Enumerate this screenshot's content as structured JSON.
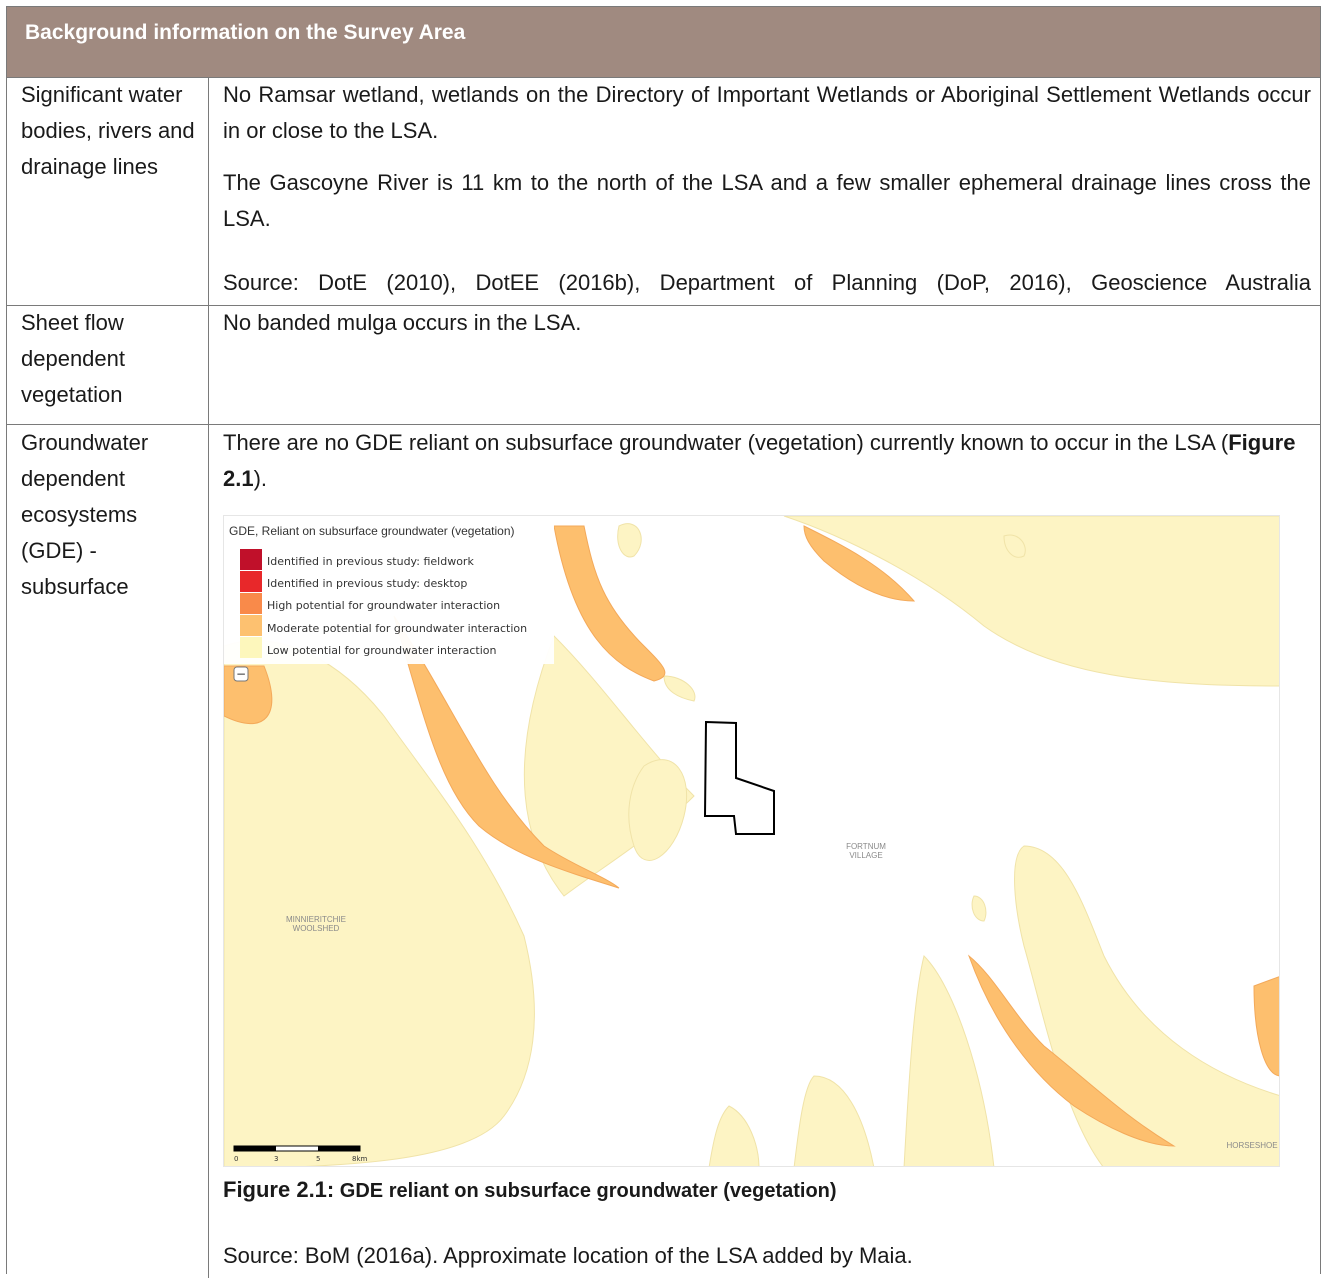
{
  "header": {
    "title": "Background information on the Survey Area"
  },
  "rows": [
    {
      "label": "Significant water bodies, rivers and drainage lines",
      "paragraphs": [
        "No Ramsar wetland, wetlands on the Directory of Important Wetlands or Aboriginal Settlement Wetlands occur in or close to the LSA.",
        "The Gascoyne River is 11 km to the north of the LSA and a few smaller ephemeral drainage lines cross the LSA.",
        "Source: DotE (2010), DotEE (2016b), Department of Planning (DoP, 2016), Geoscience Australia"
      ]
    },
    {
      "label": "Sheet flow dependent vegetation",
      "paragraphs": [
        "No banded mulga occurs in the LSA."
      ]
    },
    {
      "label": "Groundwater dependent ecosystems (GDE) - subsurface",
      "intro_prefix": "There are no GDE reliant on subsurface groundwater (vegetation) currently known to occur in the LSA (",
      "intro_ref": "Figure 2.1",
      "intro_suffix": ").",
      "figure_label": "Figure 2.1:",
      "figure_title": " GDE reliant on subsurface groundwater (vegetation)",
      "source": "Source: BoM (2016a).  Approximate location of the LSA added by Maia."
    }
  ],
  "map": {
    "legend_title": "GDE, Reliant on subsurface groundwater (vegetation)",
    "legend": [
      {
        "label": "Identified in previous study: fieldwork",
        "color": "#c0102a"
      },
      {
        "label": "Identified in previous study: desktop",
        "color": "#e8282a"
      },
      {
        "label": "High potential for groundwater interaction",
        "color": "#f98a4a"
      },
      {
        "label": "Moderate potential for groundwater interaction",
        "color": "#fdc170"
      },
      {
        "label": "Low potential for groundwater interaction",
        "color": "#fdf7bc"
      }
    ],
    "places": [
      "FORTNUM",
      "VILLAGE",
      "MINNIERITCHIE",
      "WOOLSHED",
      "HORSESHOE"
    ],
    "scale_labels": [
      "0",
      "3",
      "5",
      "8km"
    ],
    "zoom_out_symbol": "−"
  }
}
